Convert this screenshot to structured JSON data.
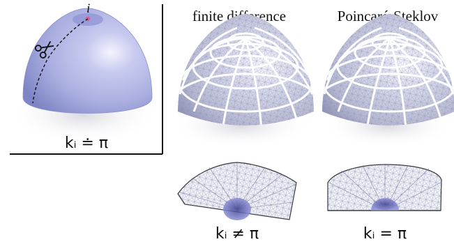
{
  "panels": {
    "left": {
      "vertex_label": "i",
      "formula": "kᵢ ≐ π"
    },
    "finite_difference": {
      "title": "finite difference",
      "caption": "kᵢ ≠ π"
    },
    "poincare_steklov": {
      "title": "Poincaré-Steklov",
      "caption": "kᵢ = π"
    }
  },
  "colors": {
    "dome": "#a9aee0",
    "dome_shadow": "#e6e6ec",
    "grid_line": "#ffffff",
    "mesh_fill": "#f0f1f6",
    "mesh_line": "#5a5f8a",
    "disk": "#6f74c9",
    "vertex_mark": "#e05a8a",
    "frame": "#111111"
  },
  "icons": {
    "cut": "scissors-icon"
  }
}
